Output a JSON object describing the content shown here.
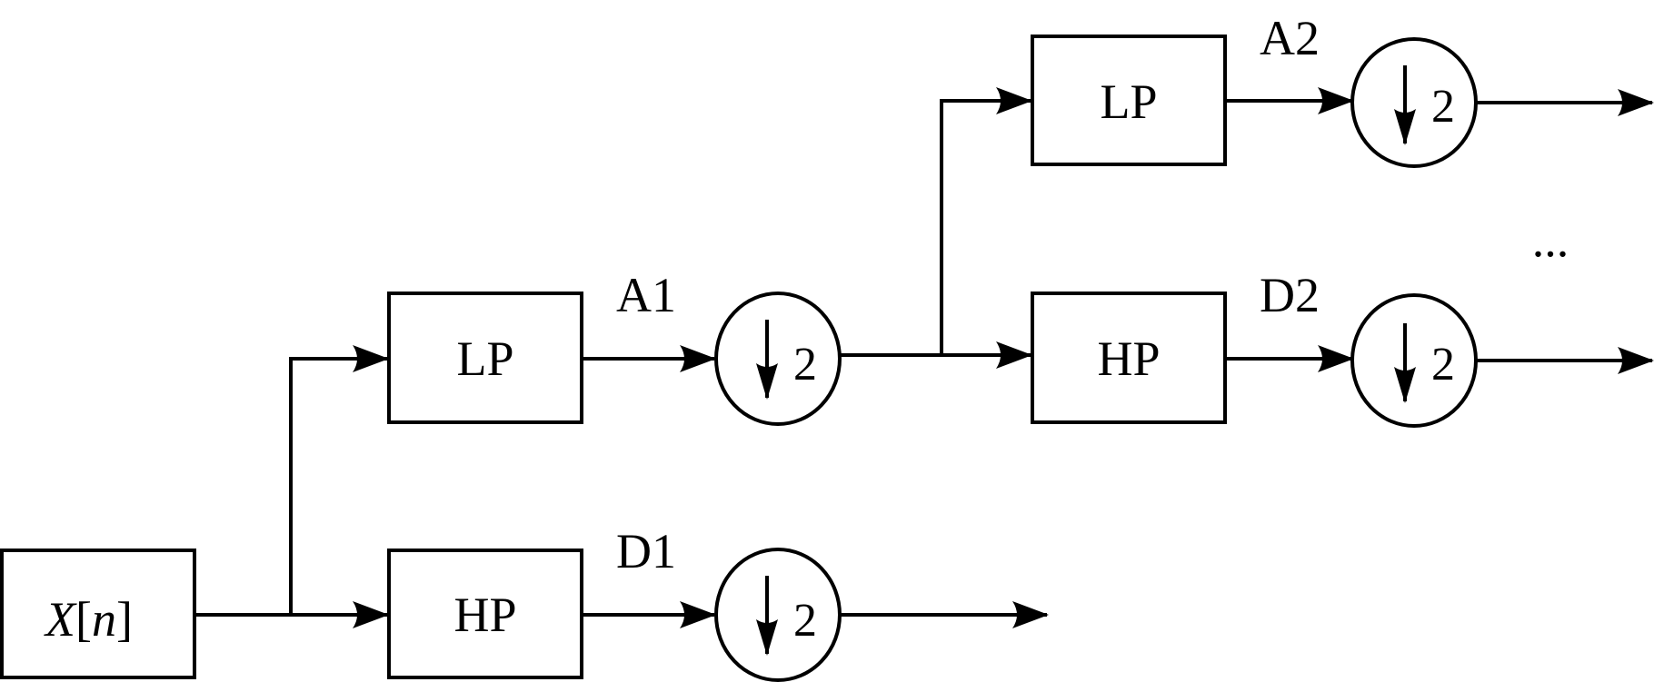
{
  "input": {
    "var": "X",
    "open": "[",
    "idx": "n",
    "close": "]"
  },
  "blocks": {
    "lp1": "LP",
    "hp1": "HP",
    "lp2": "LP",
    "hp2": "HP"
  },
  "signals": {
    "a1": "A1",
    "d1": "D1",
    "a2": "A2",
    "d2": "D2"
  },
  "downsample_factor": "2",
  "continuation": "..."
}
